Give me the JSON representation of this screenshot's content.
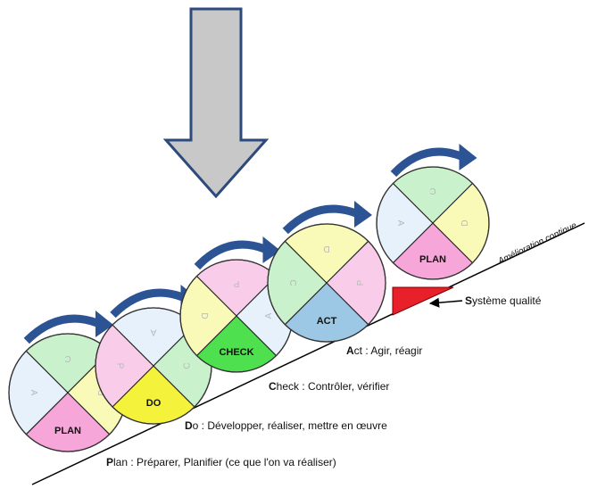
{
  "slope_label": "Amélioration continue",
  "quality_label": "Système qualité",
  "legend": [
    {
      "initial": "A",
      "rest": "ct : Agir, réagir"
    },
    {
      "initial": "C",
      "rest": "heck : Contrôler, vérifier"
    },
    {
      "initial": "D",
      "rest": "o : Développer, réaliser, mettre en œuvre"
    },
    {
      "initial": "P",
      "rest": "lan : Préparer, Planifier (ce que l'on va réaliser)"
    }
  ],
  "wheels": [
    {
      "main_label": "PLAN",
      "faint_letters": [
        "C",
        "A",
        "D"
      ]
    },
    {
      "main_label": "DO",
      "faint_letters": [
        "A",
        "P",
        "C"
      ]
    },
    {
      "main_label": "CHECK",
      "faint_letters": [
        "P",
        "D",
        "A"
      ]
    },
    {
      "main_label": "ACT",
      "faint_letters": [
        "D",
        "C",
        "P"
      ]
    },
    {
      "main_label": "PLAN",
      "faint_letters": [
        "C",
        "A",
        "D"
      ]
    }
  ],
  "colors": {
    "plan": "#f7a6d9",
    "do": "#f5f23c",
    "check": "#4fe04f",
    "act": "#9cc8e6",
    "faint_green": "#c9f2cc",
    "faint_yellow": "#fafab8",
    "faint_pink": "#f9cdea",
    "faint_blue": "#e6f1fb",
    "arrow_fill": "#c8c8c8",
    "arrow_stroke": "#2d4a7c",
    "rotation_arrow": "#2c5394",
    "wedge": "#e8202a"
  }
}
